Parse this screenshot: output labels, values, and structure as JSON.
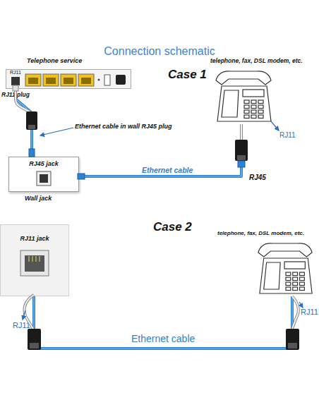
{
  "diagram": {
    "title": "Connection schematic",
    "nodes": [
      {
        "text": [
          "Telephone service",
          "RJ11"
        ]
      },
      {
        "text": [
          "RJ45 jack",
          "Wall jack"
        ]
      },
      {
        "text": [
          "telephone, fax, DSL modem, etc."
        ]
      },
      {
        "text": [
          "RJ11 jack"
        ]
      },
      {
        "text": [
          "telephone, fax, DSL modem, etc."
        ]
      }
    ],
    "edges": [
      {
        "from": 0,
        "to": 1,
        "arrow": "none"
      },
      {
        "from": 1,
        "to": 2,
        "label": "Ethernet cable",
        "arrow": "none"
      },
      {
        "from": 3,
        "to": 4,
        "label": "Ethernet cable",
        "arrow": "none"
      }
    ],
    "labels": [
      "Case 1",
      "RJ11 plug",
      "Ethernet cable in wall RJ45 plug",
      "RJ11",
      "RJ45",
      "Case 2",
      "RJ11",
      "RJ11"
    ]
  }
}
